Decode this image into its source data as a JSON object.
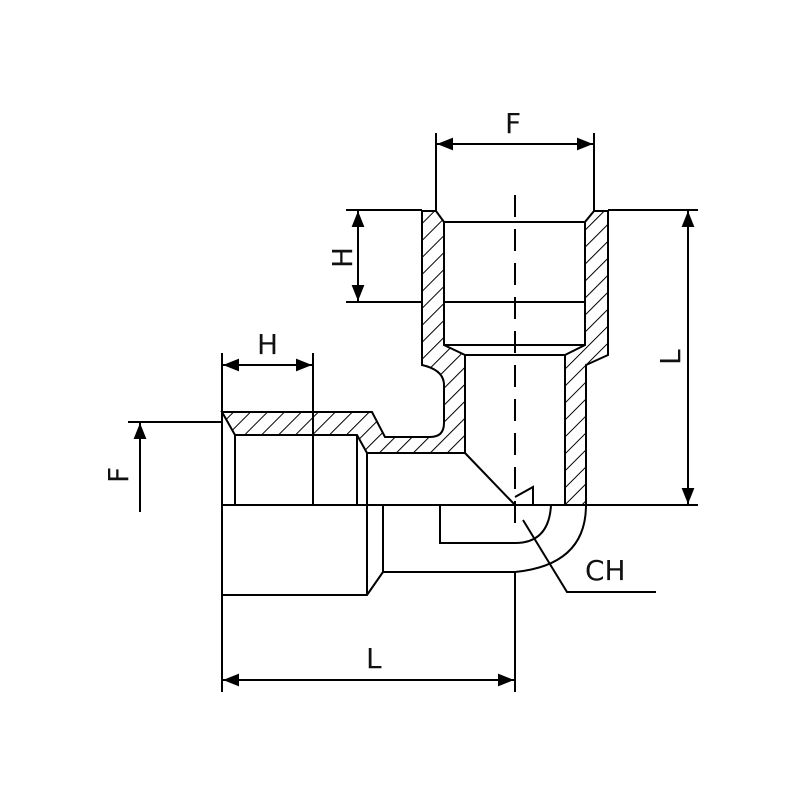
{
  "labels": {
    "f_top": "F",
    "h_vertical": "H",
    "l_right": "L",
    "h_horizontal": "H",
    "f_left": "F",
    "ch": "CH",
    "l_bottom": "L"
  },
  "colors": {
    "line": "#000000",
    "background": "#ffffff"
  }
}
